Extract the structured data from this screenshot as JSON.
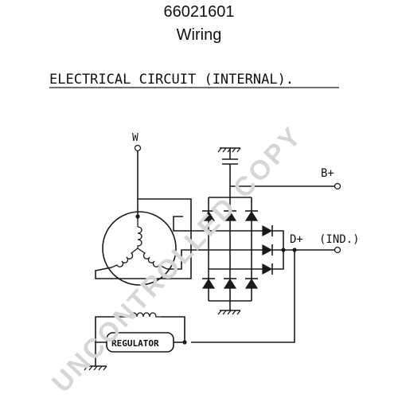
{
  "header": {
    "part_number": "66021601",
    "subtitle": "Wiring"
  },
  "diagram": {
    "heading": "ELECTRICAL CIRCUIT (INTERNAL).",
    "terminal_w": "W",
    "terminal_b_plus": "B+",
    "terminal_d_plus": "D+",
    "terminal_ind": "(IND.)",
    "regulator": "REGULATOR"
  },
  "watermark": {
    "text": "UNCONTROLLED COPY"
  }
}
